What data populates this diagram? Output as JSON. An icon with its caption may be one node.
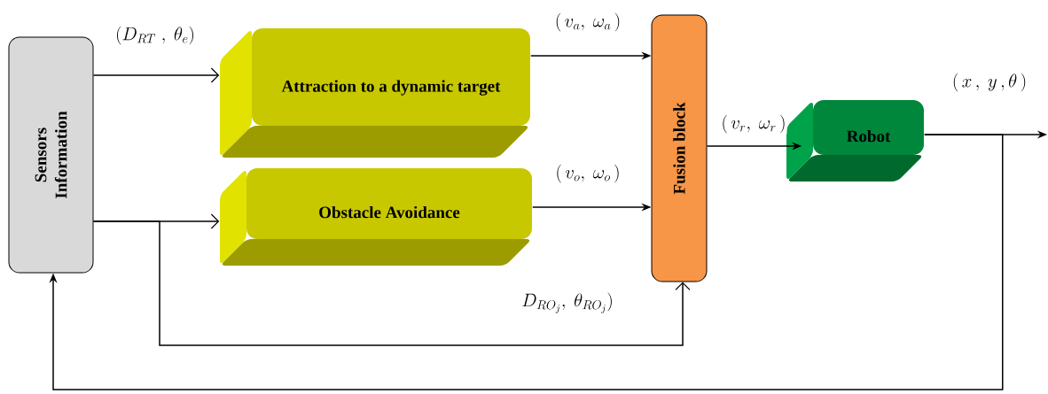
{
  "diagram": {
    "nodes": [
      {
        "text": [
          "Sensors Information"
        ]
      },
      {
        "text": [
          "Attraction to a dynamic target"
        ]
      },
      {
        "text": [
          "Obstacle Avoidance"
        ]
      },
      {
        "text": [
          "Fusion block"
        ]
      },
      {
        "text": [
          "Robot"
        ]
      }
    ],
    "edges": [
      {
        "from": 0,
        "to": 1,
        "arrow": "to",
        "label": "(D_{RT}\\;,\\ \\theta_e)"
      },
      {
        "from": 0,
        "to": 2,
        "arrow": "to"
      },
      {
        "from": 0,
        "to": 3,
        "arrow": "to",
        "label": "D_{RO_j},\\ \\theta_{RO_j})"
      },
      {
        "from": 1,
        "to": 3,
        "arrow": "to",
        "label": "(\\,v_a,\\ \\omega_a\\,)"
      },
      {
        "from": 2,
        "to": 3,
        "arrow": "to",
        "label": "(\\,v_o,\\ \\omega_o\\,)"
      },
      {
        "from": 3,
        "to": 4,
        "arrow": "to",
        "label": "(\\,v_r,\\ \\omega_r\\,)"
      },
      {
        "from": 4,
        "to": null,
        "arrow": "to",
        "label": "(\\,x\\,,\\ y\\,,\\theta\\,)"
      },
      {
        "from": 4,
        "to": 0,
        "arrow": "to"
      }
    ]
  }
}
